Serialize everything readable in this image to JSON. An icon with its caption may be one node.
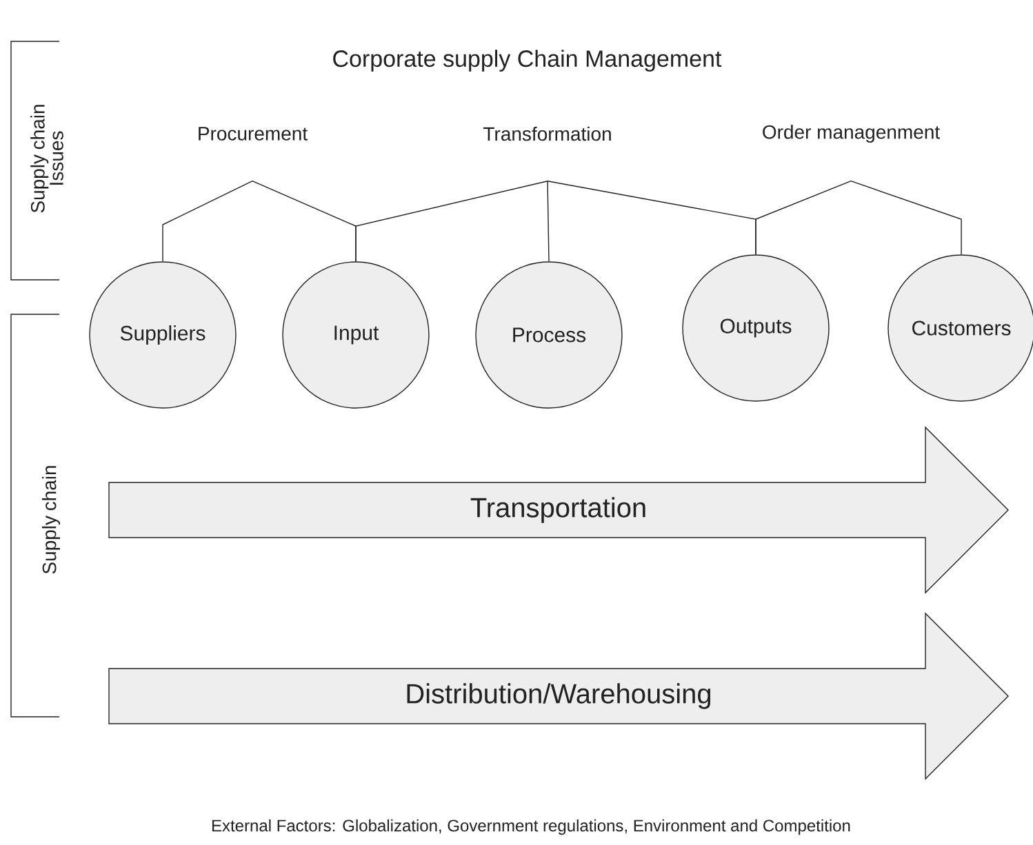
{
  "diagram": {
    "title": "Corporate supply Chain Management",
    "caption": "External Factors: Globalization, Government regulations, Environment and Competition",
    "nodes": [
      {
        "text": [
          "Procurement"
        ]
      },
      {
        "text": [
          "Transformation"
        ]
      },
      {
        "text": [
          "Order managenment"
        ]
      },
      {
        "text": [
          "Suppliers"
        ]
      },
      {
        "text": [
          "Input"
        ]
      },
      {
        "text": [
          "Process"
        ]
      },
      {
        "text": [
          "Outputs"
        ]
      },
      {
        "text": [
          "Customers"
        ]
      },
      {
        "text": [
          "Transportation"
        ]
      },
      {
        "text": [
          "Distribution/Warehousing"
        ]
      }
    ],
    "edges": [
      {
        "from": 0,
        "to": 3,
        "arrow": "none"
      },
      {
        "from": 0,
        "to": 4,
        "arrow": "none"
      },
      {
        "from": 1,
        "to": 4,
        "arrow": "none"
      },
      {
        "from": 1,
        "to": 5,
        "arrow": "none"
      },
      {
        "from": 1,
        "to": 6,
        "arrow": "none"
      },
      {
        "from": 2,
        "to": 6,
        "arrow": "none"
      },
      {
        "from": 2,
        "to": 7,
        "arrow": "none"
      }
    ],
    "labels": [
      "Supply chain Issues",
      "Supply chain"
    ]
  }
}
